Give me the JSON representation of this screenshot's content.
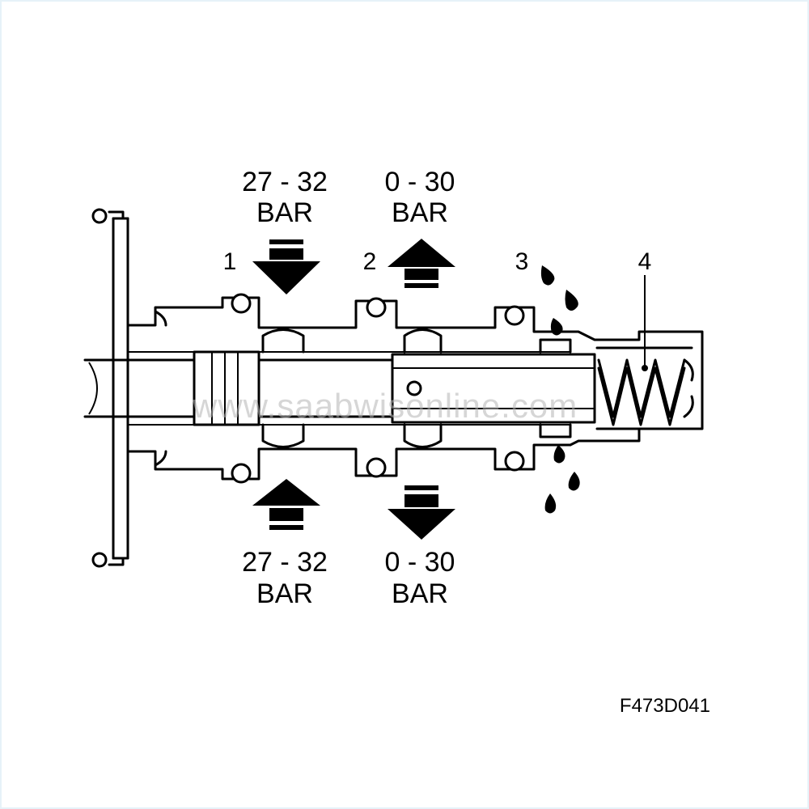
{
  "pressures": {
    "top_left": {
      "value": "27 - 32",
      "unit": "BAR"
    },
    "top_right": {
      "value": "0 - 30",
      "unit": "BAR"
    },
    "bottom_left": {
      "value": "27 - 32",
      "unit": "BAR"
    },
    "bottom_right": {
      "value": "0 - 30",
      "unit": "BAR"
    }
  },
  "callouts": [
    "1",
    "2",
    "3",
    "4"
  ],
  "watermark": "www.saabwisonline.com",
  "figure_code": "F473D041",
  "colors": {
    "line": "#000000",
    "background": "#ffffff",
    "watermark": "#b4b4b4",
    "border": "#e6f2f8"
  }
}
